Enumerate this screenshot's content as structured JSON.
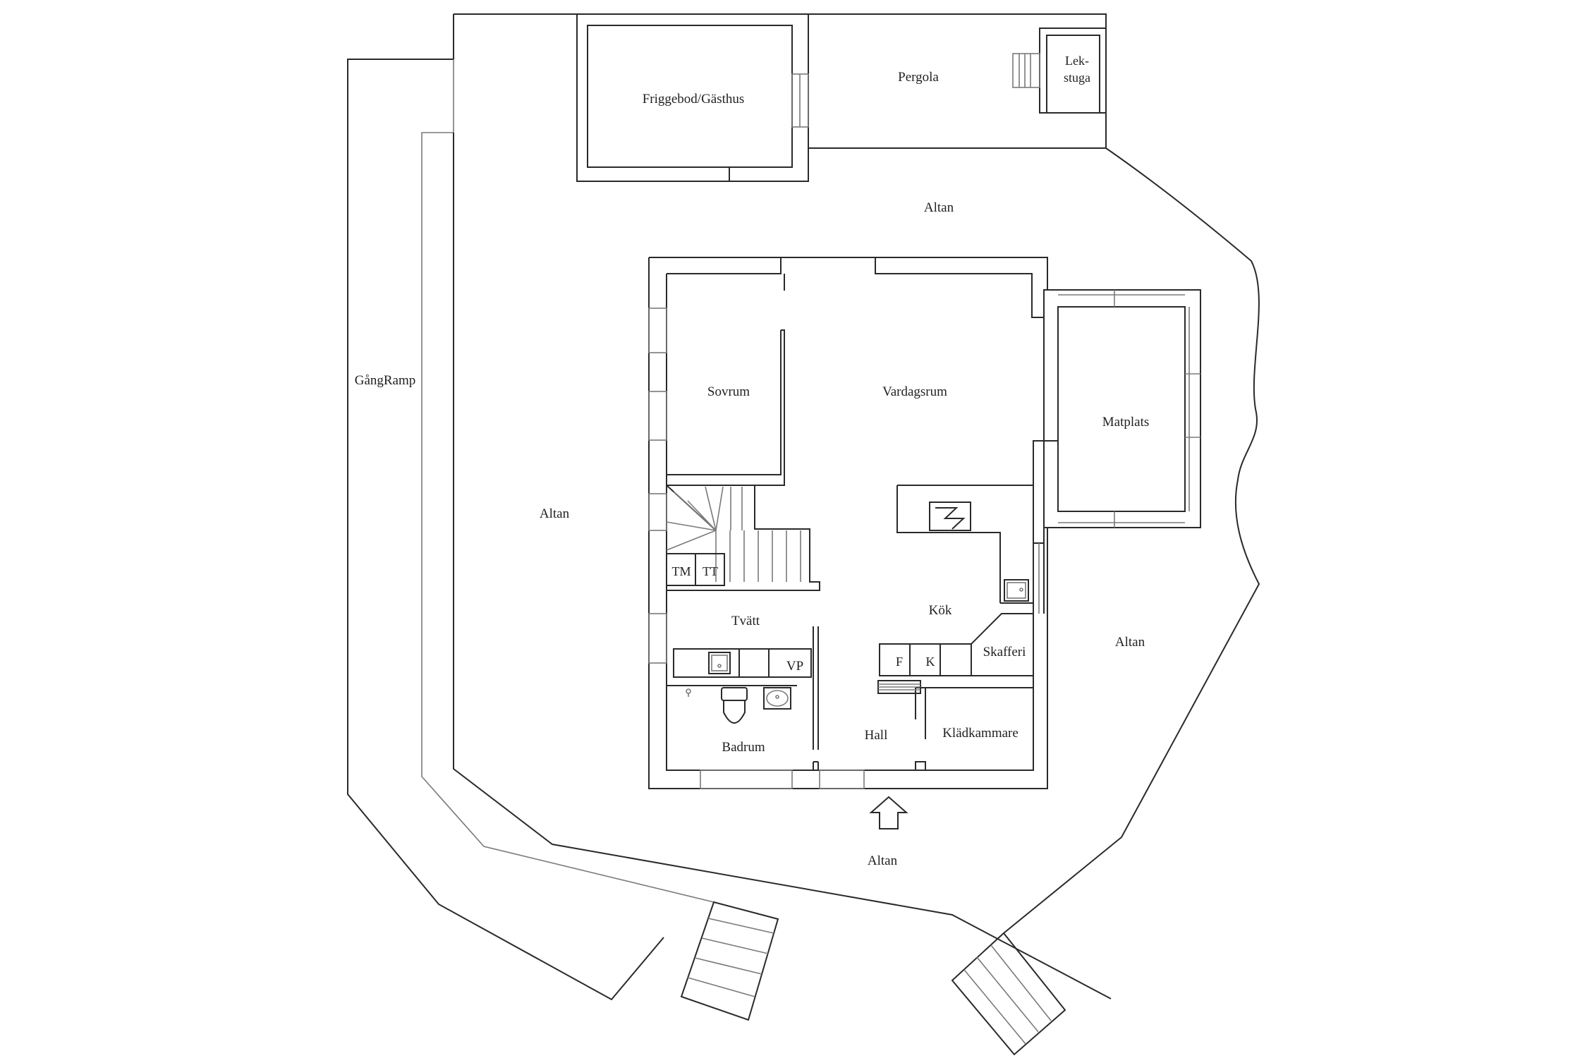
{
  "rooms": {
    "friggebod": "Friggebod/Gästhus",
    "pergola": "Pergola",
    "lekstuga_1": "Lek-",
    "lekstuga_2": "stuga",
    "altan_north": "Altan",
    "gangramp": "GångRamp",
    "altan_west": "Altan",
    "sovrum": "Sovrum",
    "vardagsrum": "Vardagsrum",
    "matplats": "Matplats",
    "tm": "TM",
    "tt": "TT",
    "tvatt": "Tvätt",
    "vp": "VP",
    "kok": "Kök",
    "f": "F",
    "k": "K",
    "skafferi": "Skafferi",
    "altan_east": "Altan",
    "hall": "Hall",
    "badrum": "Badrum",
    "kladkammare": "Klädkammare",
    "altan_south": "Altan"
  },
  "icons": [
    "entrance-arrow-icon",
    "stove-icon",
    "sink-icon",
    "toilet-icon",
    "washbasin-icon",
    "radiator-icon",
    "stairs-icon"
  ],
  "colors": {
    "line": "#2a2a2a",
    "line_light": "#7a7a7a",
    "background": "#ffffff"
  }
}
